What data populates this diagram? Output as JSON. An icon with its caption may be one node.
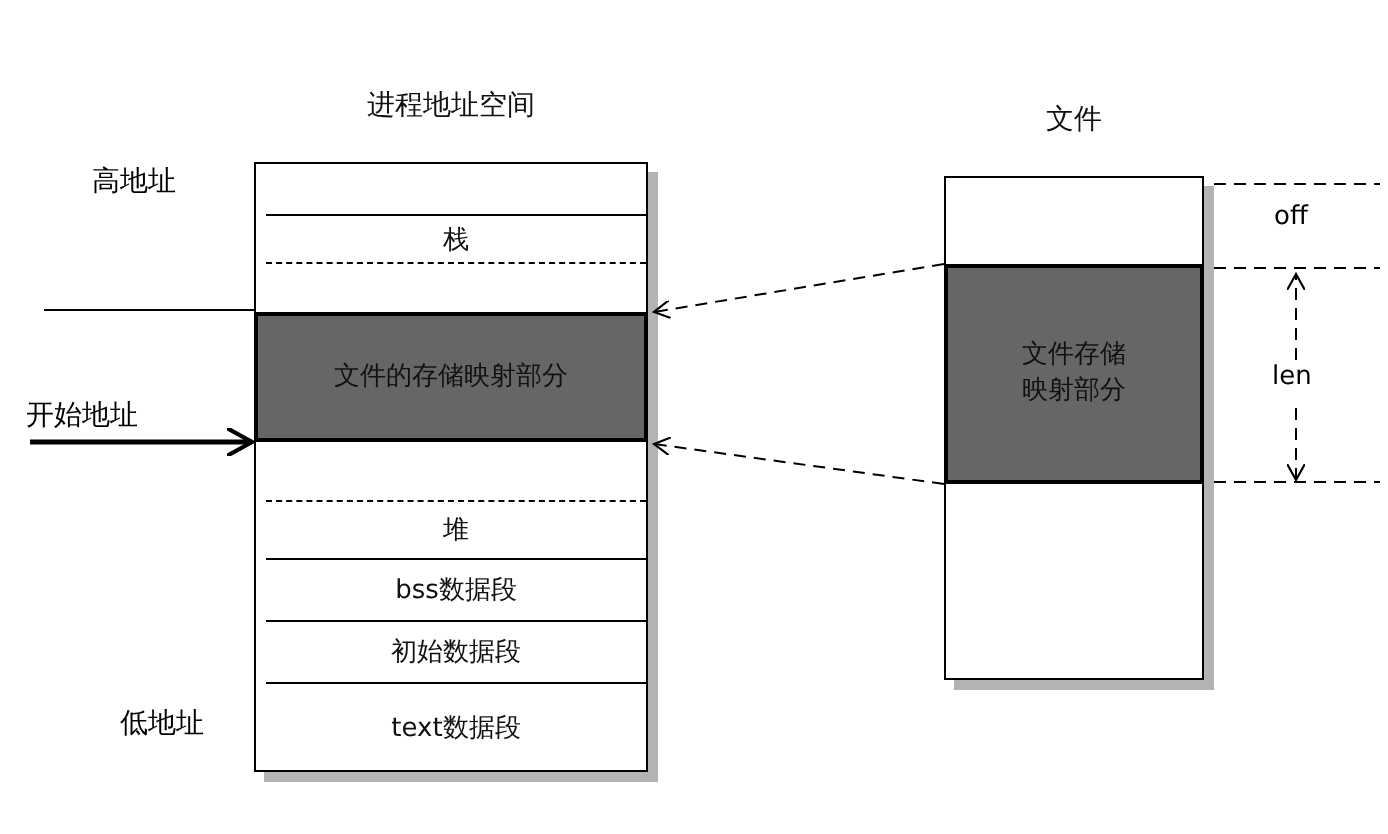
{
  "diagram": {
    "nodes": [
      {
        "text": [
          "进程地址空间"
        ]
      },
      {
        "text": [
          "栈"
        ],
        "in": 0
      },
      {
        "text": [
          "文件的存储映射部分"
        ],
        "in": 0
      },
      {
        "text": [
          "堆"
        ],
        "in": 0
      },
      {
        "text": [
          "bss数据段"
        ],
        "in": 0
      },
      {
        "text": [
          "初始数据段"
        ],
        "in": 0
      },
      {
        "text": [
          "text数据段"
        ],
        "in": 0
      },
      {
        "text": [
          "文件"
        ]
      },
      {
        "text": [
          "文件存储映射部分"
        ],
        "in": 7
      }
    ],
    "edges": [
      {
        "from": 8,
        "to": 2,
        "arrow": "to",
        "style": "dashed"
      },
      {
        "from": 8,
        "to": 2,
        "arrow": "to",
        "style": "dashed"
      },
      {
        "from": null,
        "to": 2,
        "arrow": "to",
        "style": "thick",
        "label": "开始地址"
      }
    ],
    "labels": [
      "高地址",
      "低地址",
      "off",
      "len"
    ]
  }
}
